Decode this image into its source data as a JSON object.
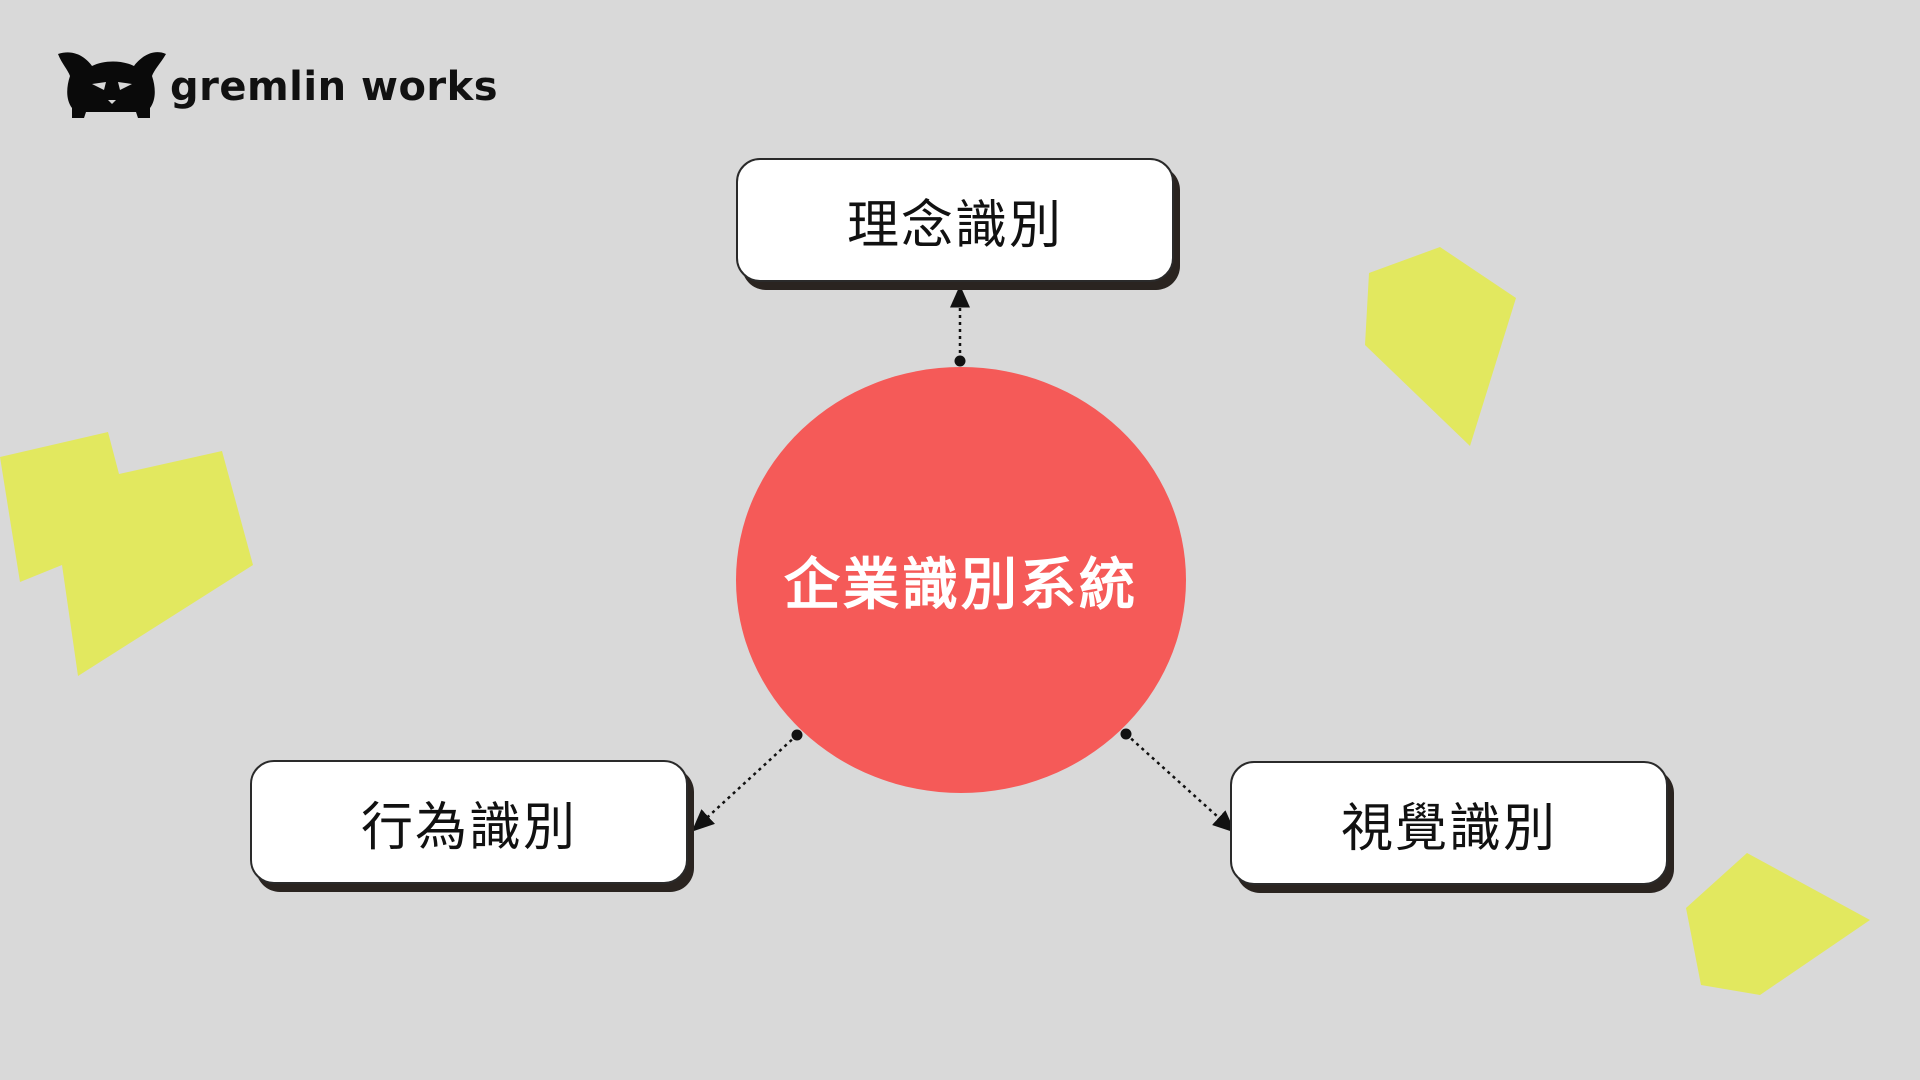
{
  "brand": {
    "name": "gremlin works",
    "logo_icon": "gremlin-mascot-icon"
  },
  "diagram": {
    "center": {
      "label": "企業識別系統",
      "color": "#f55a58"
    },
    "nodes": [
      {
        "id": "mind",
        "label": "理念識別"
      },
      {
        "id": "behavior",
        "label": "行為識別"
      },
      {
        "id": "visual",
        "label": "視覺識別"
      }
    ],
    "connector_style": "dotted-arrow"
  },
  "colors": {
    "background": "#d9d9d9",
    "accent_shapes": "#e2e85f",
    "node_fill": "#ffffff",
    "node_shadow": "#2a2420",
    "text": "#111111"
  }
}
